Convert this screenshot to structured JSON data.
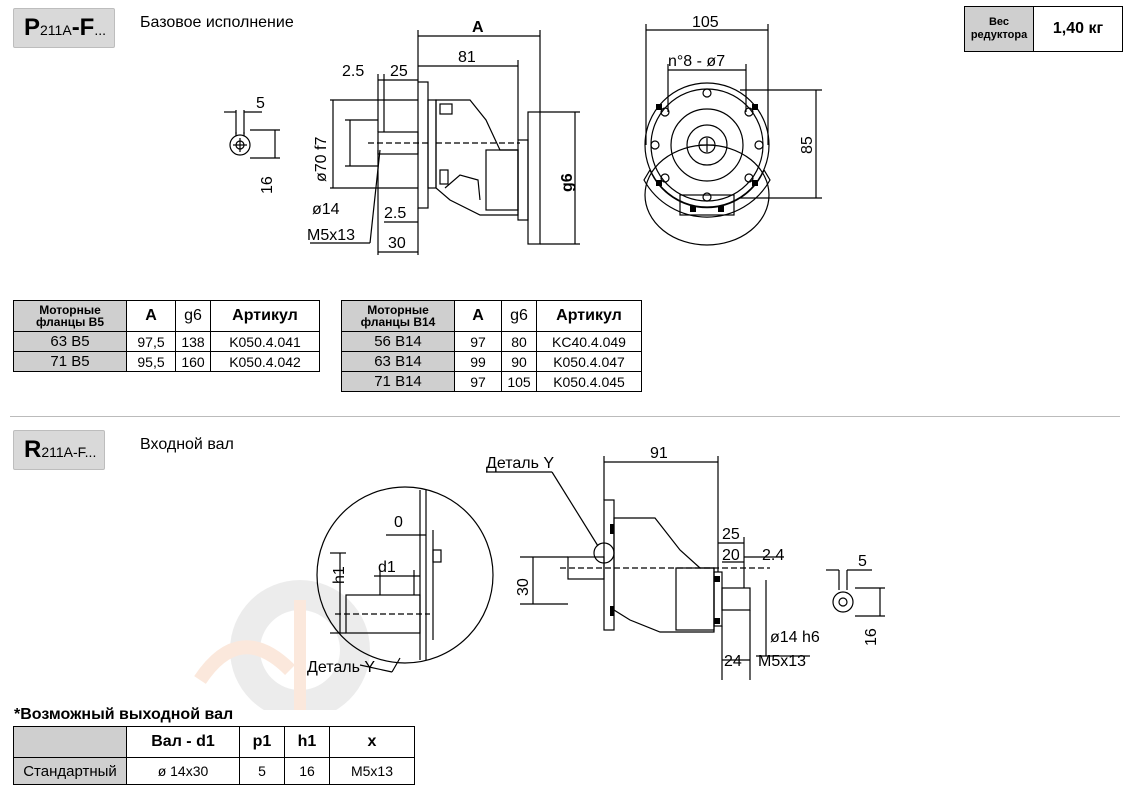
{
  "section1": {
    "code_prefix": "P",
    "code_number": "211A",
    "code_suffix": "-F",
    "code_ellipsis": "...",
    "title": "Базовое исполнение"
  },
  "weight": {
    "label_line1": "Вес",
    "label_line2": "редуктора",
    "value": "1,40 кг"
  },
  "drawing1": {
    "dim_A": "A",
    "dim_81": "81",
    "dim_2_5_top": "2.5",
    "dim_25": "25",
    "dim_5": "5",
    "dim_16": "16",
    "dim_dia70": "ø70 f7",
    "dim_dia14": "ø14",
    "dim_M5": "M5x13",
    "dim_2_5_bottom": "2.5",
    "dim_30": "30",
    "dim_g6": "g6",
    "dim_105": "105",
    "dim_holes": "n°8 - ø7",
    "dim_85": "85"
  },
  "table_b5": {
    "headers": [
      "Моторные фланцы B5",
      "A",
      "g6",
      "Артикул"
    ],
    "header_line1": "Моторные",
    "header_line2": "фланцы B5",
    "rows": [
      [
        "63 B5",
        "97,5",
        "138",
        "K050.4.041"
      ],
      [
        "71 B5",
        "95,5",
        "160",
        "K050.4.042"
      ]
    ]
  },
  "table_b14": {
    "header_line1": "Моторные",
    "header_line2": "фланцы B14",
    "headers": [
      "Моторные фланцы B14",
      "A",
      "g6",
      "Артикул"
    ],
    "rows": [
      [
        "56 B14",
        "97",
        "80",
        "KC40.4.049"
      ],
      [
        "63 B14",
        "99",
        "90",
        "K050.4.047"
      ],
      [
        "71 B14",
        "97",
        "105",
        "K050.4.045"
      ]
    ]
  },
  "section2": {
    "code_prefix": "R",
    "code_number": "211A-F",
    "code_ellipsis": "...",
    "title": "Входной вал"
  },
  "drawing2": {
    "detail_label_top": "Деталь Y",
    "detail_label_bottom": "Деталь Y",
    "dim_0": "0",
    "dim_d1": "d1",
    "dim_h1": "h1",
    "dim_91": "91",
    "dim_25": "25",
    "dim_20": "20",
    "dim_2_4": "2.4",
    "dim_30": "30",
    "dim_dia14": "ø14 h6",
    "dim_M5": "M5x13",
    "dim_24": "24",
    "dim_5": "5",
    "dim_16": "16"
  },
  "bottom": {
    "title": "*Возможный выходной вал",
    "headers": [
      "",
      "Вал - d1",
      "p1",
      "h1",
      "x"
    ],
    "rows": [
      [
        "Стандартный",
        "ø 14x30",
        "5",
        "16",
        "M5x13"
      ]
    ]
  }
}
